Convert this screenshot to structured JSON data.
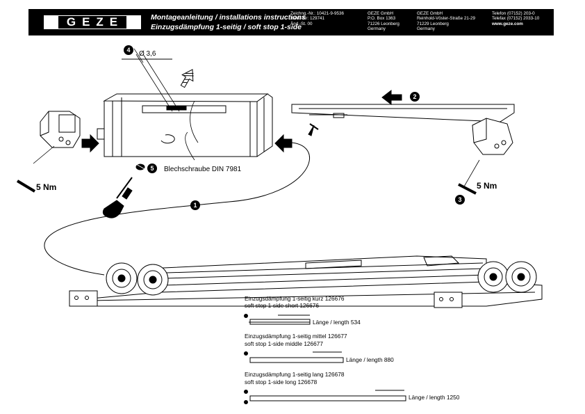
{
  "header": {
    "logo": "GEZE",
    "title_line1": "Montageanleitung / installations instructions",
    "title_line2": "Einzugsdämpfung 1-seitig / soft stop 1-side",
    "drawing": [
      "Zeichng.-Nr.: 10421-9-9536",
      "Ident.-Nr: 129741",
      "Änd.-St. 00"
    ],
    "company1": [
      "GEZE GmbH",
      "P.O. Box 1363",
      "71226 Leonberg",
      "Germany"
    ],
    "company2": [
      "GEZE GmbH",
      "Reinhold-Vöster-Straße 21-29",
      "71229 Leonberg",
      "Germany"
    ],
    "contact": [
      "Telefon (07152) 203-0",
      "Telefax (07152) 2033-10",
      "www.geze.com"
    ]
  },
  "annotations": {
    "step1": "1",
    "step2": "2",
    "step3": "3",
    "step4": "4",
    "step5": "5",
    "diameter": "Ø 3,6",
    "screw": "Blechschraube  DIN 7981",
    "torque_left": "5 Nm",
    "torque_right": "5 Nm"
  },
  "variants": [
    {
      "de": "Einzugsdämpfung  1-seitig  kurz  126676",
      "en": "soft stop  1-side short  126676",
      "length": "Länge / length  534"
    },
    {
      "de": "Einzugsdämpfung  1-seitig  mittel  126677",
      "en": "soft stop  1-side middle  126677",
      "length": "Länge / length  880"
    },
    {
      "de": "Einzugsdämpfung  1-seitig  lang  126678",
      "en": "soft stop  1-side long  126678",
      "length": "Länge / length  1250"
    }
  ]
}
